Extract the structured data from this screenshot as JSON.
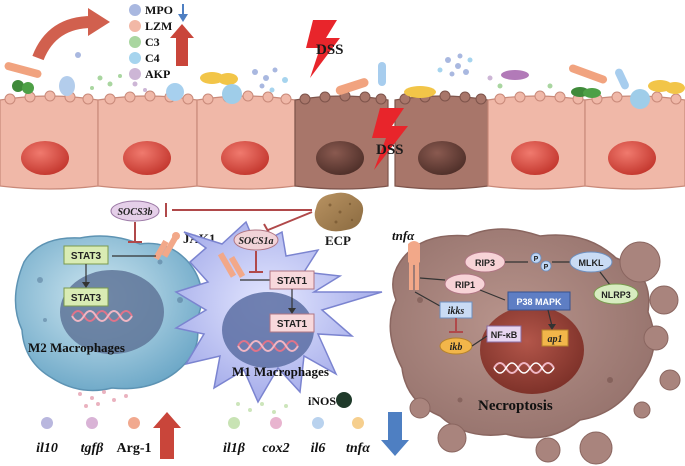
{
  "legend": {
    "items": [
      {
        "label": "MPO",
        "color": "#a9b8e0"
      },
      {
        "label": "LZM",
        "color": "#f2b8a6"
      },
      {
        "label": "C3",
        "color": "#a9d6a0"
      },
      {
        "label": "C4",
        "color": "#a6d4ee"
      },
      {
        "label": "AKP",
        "color": "#cdb6d6"
      }
    ]
  },
  "epithelium": {
    "dss_label_top": "DSS",
    "dss_label_mid": "DSS",
    "ecp_label": "ECP"
  },
  "m2": {
    "socs_label": "SOCS3b",
    "jak_label": "JAK1",
    "stat_top": "STAT3",
    "stat_bottom": "STAT3",
    "title": "M2 Macrophages",
    "cytokines": [
      {
        "label": "il10",
        "color": "#b9b7de"
      },
      {
        "label": "tgfβ",
        "color": "#d9b3d6"
      },
      {
        "label": "Arg-1",
        "color": "#f1a98f"
      }
    ]
  },
  "m1": {
    "socs_label": "SOCS1a",
    "stat_top": "STAT1",
    "stat_bottom": "STAT1",
    "title": "M1 Macrophages",
    "inos_label": "iNOS",
    "cytokines": [
      {
        "label": "il1β",
        "color": "#c8e3b4"
      },
      {
        "label": "cox2",
        "color": "#e8b4cf"
      },
      {
        "label": "il6",
        "color": "#b9d2ee"
      },
      {
        "label": "tnfα",
        "color": "#f6cf8e"
      }
    ]
  },
  "necro": {
    "ligand": "tnfα",
    "rip3": "RIP3",
    "rip1": "RIP1",
    "p1": "P",
    "p2": "P",
    "mlkl": "MLKL",
    "nlrp3": "NLRP3",
    "ikks": "ikks",
    "p38": "P38 MAPK",
    "ikb": "ikb",
    "nfkb": "NF-κB",
    "ap1": "ap1",
    "title": "Necroptosis"
  },
  "colors": {
    "epithelium": "#f0b8a8",
    "epithelium_dark": "#a8766a",
    "nucleus": "#d4493f",
    "arrow_red": "#c9453a",
    "arrow_blue": "#4e7fc2",
    "m2_cell": "#8fc1d9",
    "m1_cell": "#b8bff0",
    "necro_cell": "#a9847d"
  }
}
